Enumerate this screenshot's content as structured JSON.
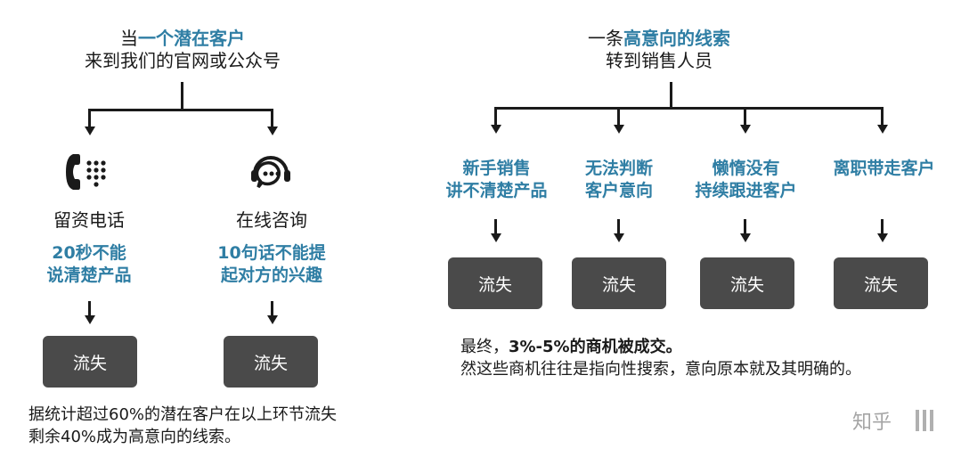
{
  "left": {
    "title_pre": "当",
    "title_hl": "一个潜在客户",
    "title_line2": "来到我们的官网或公众号",
    "branches": [
      {
        "icon": "phone-icon",
        "label": "留资电话",
        "issue_line1": "20秒不能",
        "issue_line2": "说清楚产品",
        "result": "流失"
      },
      {
        "icon": "headset-chat-icon",
        "label": "在线咨询",
        "issue_line1": "10句话不能提",
        "issue_line2": "起对方的兴趣",
        "result": "流失"
      }
    ],
    "note_line1": "据统计超过60%的潜在客户在以上环节流失",
    "note_line2": "剩余40%成为高意向的线索。"
  },
  "right": {
    "title_pre": "一条",
    "title_hl": "高意向的线索",
    "title_line2": "转到销售人员",
    "branches": [
      {
        "issue_line1": "新手销售",
        "issue_line2": "讲不清楚产品",
        "result": "流失"
      },
      {
        "issue_line1": "无法判断",
        "issue_line2": "客户意向",
        "result": "流失"
      },
      {
        "issue_line1": "懒惰没有",
        "issue_line2": "持续跟进客户",
        "result": "流失"
      },
      {
        "issue_line1": "离职带走客户",
        "issue_line2": "",
        "result": "流失"
      }
    ],
    "note_pre": "最终，",
    "note_bold": "3%-5%的商机被成交。",
    "note_line2": "然这些商机往往是指向性搜索，意向原本就及其明确的。"
  },
  "watermark": "知乎"
}
